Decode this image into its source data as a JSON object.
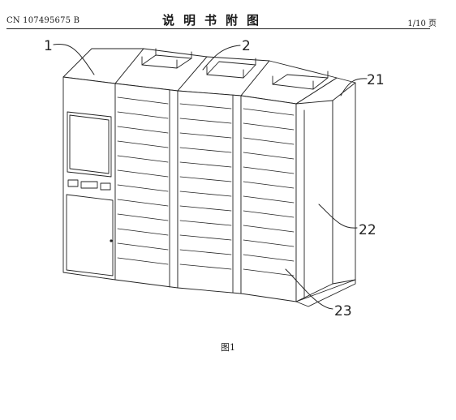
{
  "header": {
    "publication_number": "CN 107495675 B",
    "sheet_title": "说明书附图",
    "page_indicator": "1/10 页"
  },
  "figure": {
    "caption": "图1",
    "reference_numerals": {
      "terminal": "1",
      "locker_module": "2",
      "side_cabinet": "21",
      "side_panel": "22",
      "base": "23"
    }
  }
}
